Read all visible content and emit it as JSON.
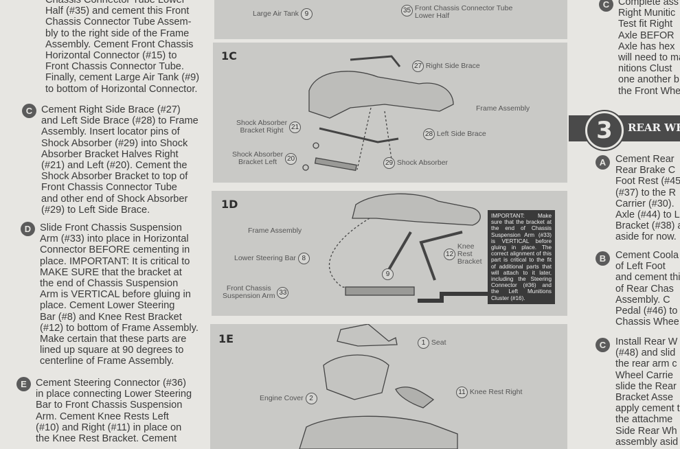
{
  "left": {
    "top_lines": [
      "Chassis Connector Tube Lower",
      "Half (#35) and cement this Front",
      "Chassis Connector Tube Assem-",
      "bly to the right side of the Frame",
      "Assembly. Cement Front Chassis",
      "Horizontal Connector (#15) to",
      "Front Chassis Connector Tube.",
      "Finally, cement Large Air Tank (#9)",
      "to bottom of Horizontal Connector."
    ],
    "steps": [
      {
        "badge": "C",
        "lines": [
          "Cement Right Side Brace (#27)",
          "and Left Side Brace (#28) to Frame",
          "Assembly. Insert locator pins of",
          "Shock Absorber (#29) into Shock",
          "Absorber Bracket Halves Right",
          "(#21) and Left (#20). Cement the",
          "Shock Absorber Bracket to top of",
          "Front Chassis Connector Tube",
          "and other end of Shock Absorber",
          "(#29) to Left Side Brace."
        ]
      },
      {
        "badge": "D",
        "lines": [
          "Slide Front Chassis Suspension",
          "Arm (#33) into place in Horizontal",
          "Connector BEFORE cementing in",
          "place. IMPORTANT: It is critical to",
          "MAKE SURE that the bracket at",
          "the end of Chassis Suspension",
          "Arm is VERTICAL before gluing in",
          "place. Cement Lower Steering",
          "Bar (#8) and Knee Rest Bracket",
          "(#12) to bottom of Frame Assembly.",
          "Make certain that these parts are",
          "lined up square at 90 degrees to",
          "centerline of Frame Assembly."
        ]
      },
      {
        "badge": "E",
        "lines": [
          "Cement Steering Connector (#36)",
          "in place connecting Lower Steering",
          "Bar to Front Chassis Suspension",
          "Arm. Cement Knee Rests Left",
          "(#10) and Right (#11) in place on",
          "the Knee Rest Bracket. Cement"
        ]
      }
    ]
  },
  "diagram": {
    "top_callouts": [
      {
        "label": "Large Air Tank",
        "num": "9"
      },
      {
        "label": "Front Chassis Connector Tube\nLower Half",
        "num": "35"
      }
    ],
    "panel_1c": {
      "title": "1C",
      "callouts": [
        {
          "num": "27",
          "label": "Right Side Brace"
        },
        {
          "num": "",
          "label": "Frame Assembly"
        },
        {
          "num": "21",
          "label": "Shock Absorber\nBracket Right"
        },
        {
          "num": "28",
          "label": "Left Side Brace"
        },
        {
          "num": "20",
          "label": "Shock Absorber\nBracket Left"
        },
        {
          "num": "29",
          "label": "Shock Absorber"
        }
      ]
    },
    "panel_1d": {
      "title": "1D",
      "callouts": [
        {
          "num": "",
          "label": "Frame Assembly"
        },
        {
          "num": "12",
          "label": "Knee\nRest\nBracket"
        },
        {
          "num": "8",
          "label": "Lower Steering Bar"
        },
        {
          "num": "9",
          "label": ""
        },
        {
          "num": "33",
          "label": "Front Chassis\nSuspension Arm"
        }
      ],
      "important": "IMPORTANT: Make sure that the bracket at the end of Chassis Suspension Arm (#33) is VERTICAL before gluing in place. The correct alignment of this part is critical to the fit of additional parts that will attach to it later, including the Steering Connector (#36) and the Left Munitions Cluster (#16)."
    },
    "panel_1e": {
      "title": "1E",
      "callouts": [
        {
          "num": "1",
          "label": "Seat"
        },
        {
          "num": "2",
          "label": "Engine Cover"
        },
        {
          "num": "11",
          "label": "Knee Rest Right"
        }
      ]
    }
  },
  "right": {
    "top_badge": "C",
    "top_lines": [
      "Complete ass",
      "Right Munitic",
      "Test fit Right",
      "Axle BEFOR",
      "Axle has hex",
      "will need to ma",
      "nitions Clust",
      "one another b",
      "the Front Whe"
    ],
    "step_number": "3",
    "step_title": "REAR WH",
    "steps": [
      {
        "badge": "A",
        "lines": [
          "Cement Rear",
          "Rear Brake C",
          "Foot Rest (#45",
          "(#37) to the R",
          "Carrier (#30).",
          "Axle (#44) to L",
          "Bracket (#38) a",
          "aside for now."
        ]
      },
      {
        "badge": "B",
        "lines": [
          "Cement Coola",
          "of Left Foot",
          "and cement thi",
          "of Rear Chas",
          "Assembly. C",
          "Pedal (#46) to",
          "Chassis Whee"
        ]
      },
      {
        "badge": "C",
        "lines": [
          "Install Rear W",
          "(#48) and slid",
          "the rear arm c",
          "Wheel Carrie",
          "slide the Rear",
          "Bracket Asse",
          "apply cement t",
          "the attachme",
          "Side Rear Wh",
          "assembly asid"
        ]
      }
    ]
  }
}
